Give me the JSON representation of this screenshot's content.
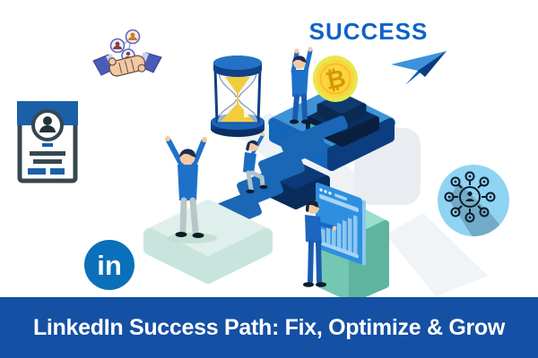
{
  "banner": {
    "text": "LinkedIn Success Path: Fix, Optimize & Grow"
  },
  "headline": {
    "text": "SUCCESS"
  },
  "linkedin_badge": {
    "text": "in"
  },
  "coin": {
    "symbol": "₿"
  },
  "icons": [
    {
      "name": "handshake-network-icon"
    },
    {
      "name": "id-card-icon"
    },
    {
      "name": "hourglass-icon"
    },
    {
      "name": "paper-plane-icon"
    },
    {
      "name": "linkedin-icon"
    },
    {
      "name": "network-circle-icon"
    },
    {
      "name": "bitcoin-coin-icon"
    },
    {
      "name": "success-stairs"
    },
    {
      "name": "celebrating-person"
    },
    {
      "name": "climbing-person"
    },
    {
      "name": "summit-person"
    },
    {
      "name": "analytics-person"
    }
  ],
  "palette": {
    "banner_bg": "#1450A4",
    "banner_fg": "#FFFFFF",
    "success_blue": "#0E63C5",
    "linkedin_blue": "#0A70BA",
    "stair_blue": "#1A67B5",
    "platform_top": "#3E93D6",
    "platform_left": "#1565B8",
    "platform_dark": "#0C3D7E",
    "base_navy": "#0C3A78",
    "mint_top": "#DFF0EC",
    "mint_side": "#C9E4DD",
    "teal_top": "#9BDECC",
    "teal_left": "#74C7B2",
    "teal_right": "#5FB49F",
    "browser_blue": "#2E8FE0",
    "browser_light": "#A8D4F5",
    "coin_face": "#FFD23F",
    "coin_rim": "#E5E84D",
    "coin_symbol": "#D29B00",
    "sky_circle": "#8FD4F2",
    "skin": "#F2C9A4",
    "shirt_blue": "#1D71C9",
    "pants_gray": "#B9C6C6",
    "hair_navy": "#1D2B4F",
    "sand_yellow": "#F2CC3D",
    "sleeve_indigo": "#4A5BB8",
    "shadow_gray": "#ECF1F4"
  }
}
